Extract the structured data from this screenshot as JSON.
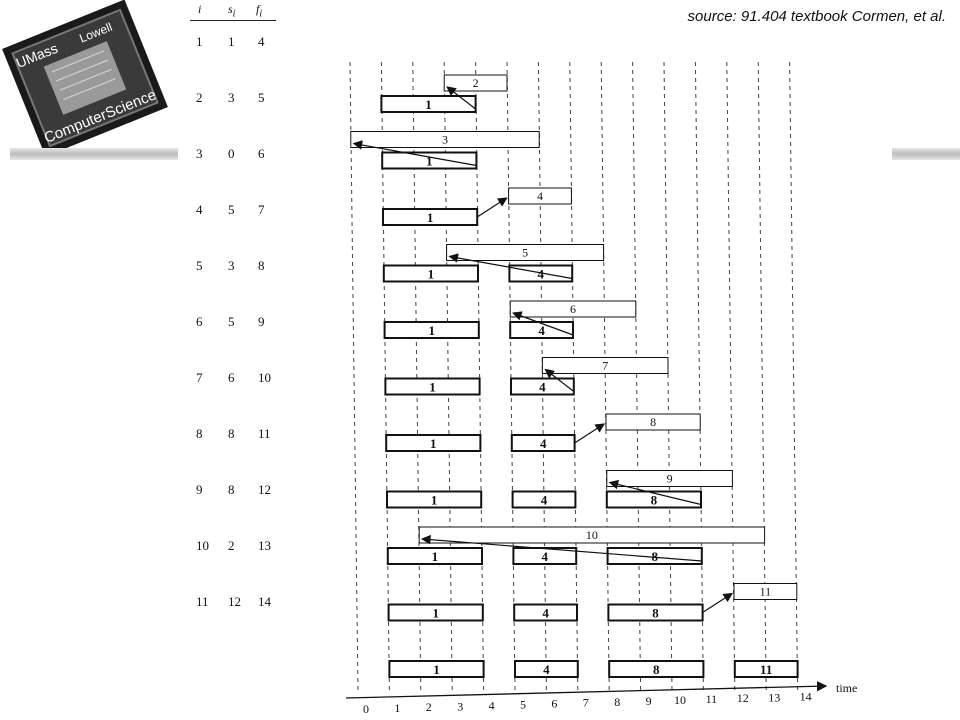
{
  "source_note": "source: 91.404 textbook Cormen, et al.",
  "logo": {
    "lines": [
      "UMass",
      "Lowell",
      "Computer",
      "Science"
    ],
    "border_color": "#1a1a1a"
  },
  "table": {
    "headers": [
      "i",
      "s",
      "f"
    ],
    "header_subscript": "i",
    "rows": [
      {
        "i": "1",
        "s": "1",
        "f": "4"
      },
      {
        "i": "2",
        "s": "3",
        "f": "5"
      },
      {
        "i": "3",
        "s": "0",
        "f": "6"
      },
      {
        "i": "4",
        "s": "5",
        "f": "7"
      },
      {
        "i": "5",
        "s": "3",
        "f": "8"
      },
      {
        "i": "6",
        "s": "5",
        "f": "9"
      },
      {
        "i": "7",
        "s": "6",
        "f": "10"
      },
      {
        "i": "8",
        "s": "8",
        "f": "11"
      },
      {
        "i": "9",
        "s": "8",
        "f": "12"
      },
      {
        "i": "10",
        "s": "2",
        "f": "13"
      },
      {
        "i": "11",
        "s": "12",
        "f": "14"
      }
    ]
  },
  "timeline": {
    "axis_label": "time",
    "ticks": [
      "0",
      "1",
      "2",
      "3",
      "4",
      "5",
      "6",
      "7",
      "8",
      "9",
      "10",
      "11",
      "12",
      "13",
      "14"
    ],
    "range": [
      0,
      14
    ]
  },
  "steps": [
    {
      "selected": [
        "1"
      ],
      "candidate": {
        "label": "2",
        "start": 3,
        "finish": 5
      },
      "accepted": false
    },
    {
      "selected": [
        "1"
      ],
      "candidate": {
        "label": "3",
        "start": 0,
        "finish": 6
      },
      "accepted": false
    },
    {
      "selected": [
        "1"
      ],
      "candidate": {
        "label": "4",
        "start": 5,
        "finish": 7
      },
      "accepted": true
    },
    {
      "selected": [
        "1",
        "4"
      ],
      "candidate": {
        "label": "5",
        "start": 3,
        "finish": 8
      },
      "accepted": false
    },
    {
      "selected": [
        "1",
        "4"
      ],
      "candidate": {
        "label": "6",
        "start": 5,
        "finish": 9
      },
      "accepted": false
    },
    {
      "selected": [
        "1",
        "4"
      ],
      "candidate": {
        "label": "7",
        "start": 6,
        "finish": 10
      },
      "accepted": false
    },
    {
      "selected": [
        "1",
        "4"
      ],
      "candidate": {
        "label": "8",
        "start": 8,
        "finish": 11
      },
      "accepted": true
    },
    {
      "selected": [
        "1",
        "4",
        "8"
      ],
      "candidate": {
        "label": "9",
        "start": 8,
        "finish": 12
      },
      "accepted": false
    },
    {
      "selected": [
        "1",
        "4",
        "8"
      ],
      "candidate": {
        "label": "10",
        "start": 2,
        "finish": 13
      },
      "accepted": false
    },
    {
      "selected": [
        "1",
        "4",
        "8"
      ],
      "candidate": {
        "label": "11",
        "start": 12,
        "finish": 14
      },
      "accepted": true
    },
    {
      "selected": [
        "1",
        "4",
        "8",
        "11"
      ],
      "candidate": null,
      "accepted": null
    }
  ]
}
